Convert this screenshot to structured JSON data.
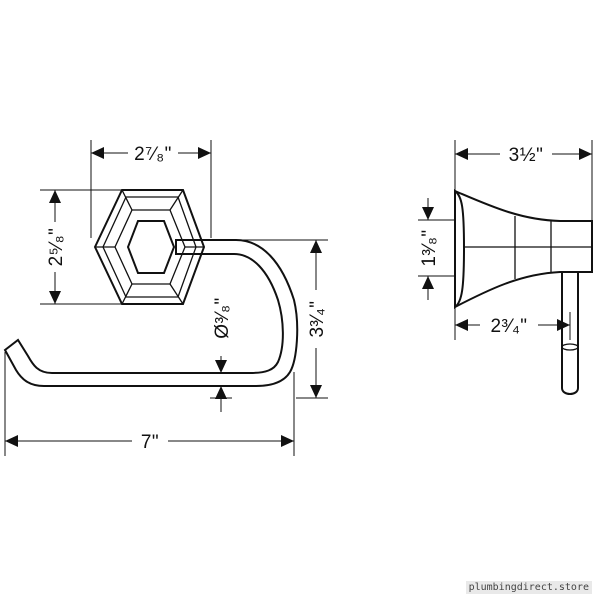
{
  "dimensions": {
    "front_width": "2⁷⁄₈\"",
    "front_height": "2⁵⁄₈\"",
    "arm_height": "3³⁄₄\"",
    "bar_diameter": "Ø³⁄₈\"",
    "overall_length": "7\"",
    "side_depth": "3½\"",
    "side_base_height": "1³⁄₈\"",
    "side_arm_offset": "2³⁄₄\""
  },
  "watermark": "plumbingdirect.store",
  "colors": {
    "line": "#111111",
    "background": "#ffffff",
    "watermark_bg": "#e9e9e9"
  }
}
